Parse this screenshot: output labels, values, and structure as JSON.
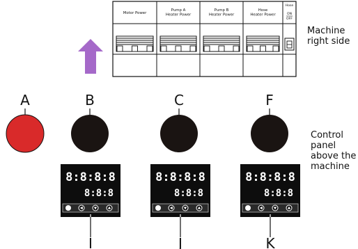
{
  "breaker_panel": {
    "breakers": [
      {
        "name_lines": [
          "Motor Power"
        ]
      },
      {
        "name_lines": [
          "Pump A",
          "Heater Power"
        ]
      },
      {
        "name_lines": [
          "Pump B",
          "Heater Power"
        ]
      },
      {
        "name_lines": [
          "Hose",
          "Heater Power"
        ]
      }
    ],
    "small_switch": {
      "name": "Hose",
      "on": "ON",
      "off": "OFF"
    },
    "arrow_color": "#a569c9"
  },
  "side_labels": {
    "machine": [
      "Machine",
      "right side"
    ],
    "control": [
      "Control",
      "panel",
      "above the",
      "machine"
    ]
  },
  "knobs": [
    {
      "label": "A",
      "color": "#d92a2a"
    },
    {
      "label": "B",
      "color": "#1a1412"
    },
    {
      "label": "C",
      "color": "#1a1412"
    },
    {
      "label": "F",
      "color": "#1a1412"
    }
  ],
  "controllers": [
    {
      "label": "I",
      "top_digits": "8:8:8:8",
      "bottom_digits": "8:8:8"
    },
    {
      "label": "J",
      "top_digits": "8:8:8:8",
      "bottom_digits": "8:8:8"
    },
    {
      "label": "K",
      "top_digits": "8:8:8:8",
      "bottom_digits": "8:8:8"
    }
  ]
}
